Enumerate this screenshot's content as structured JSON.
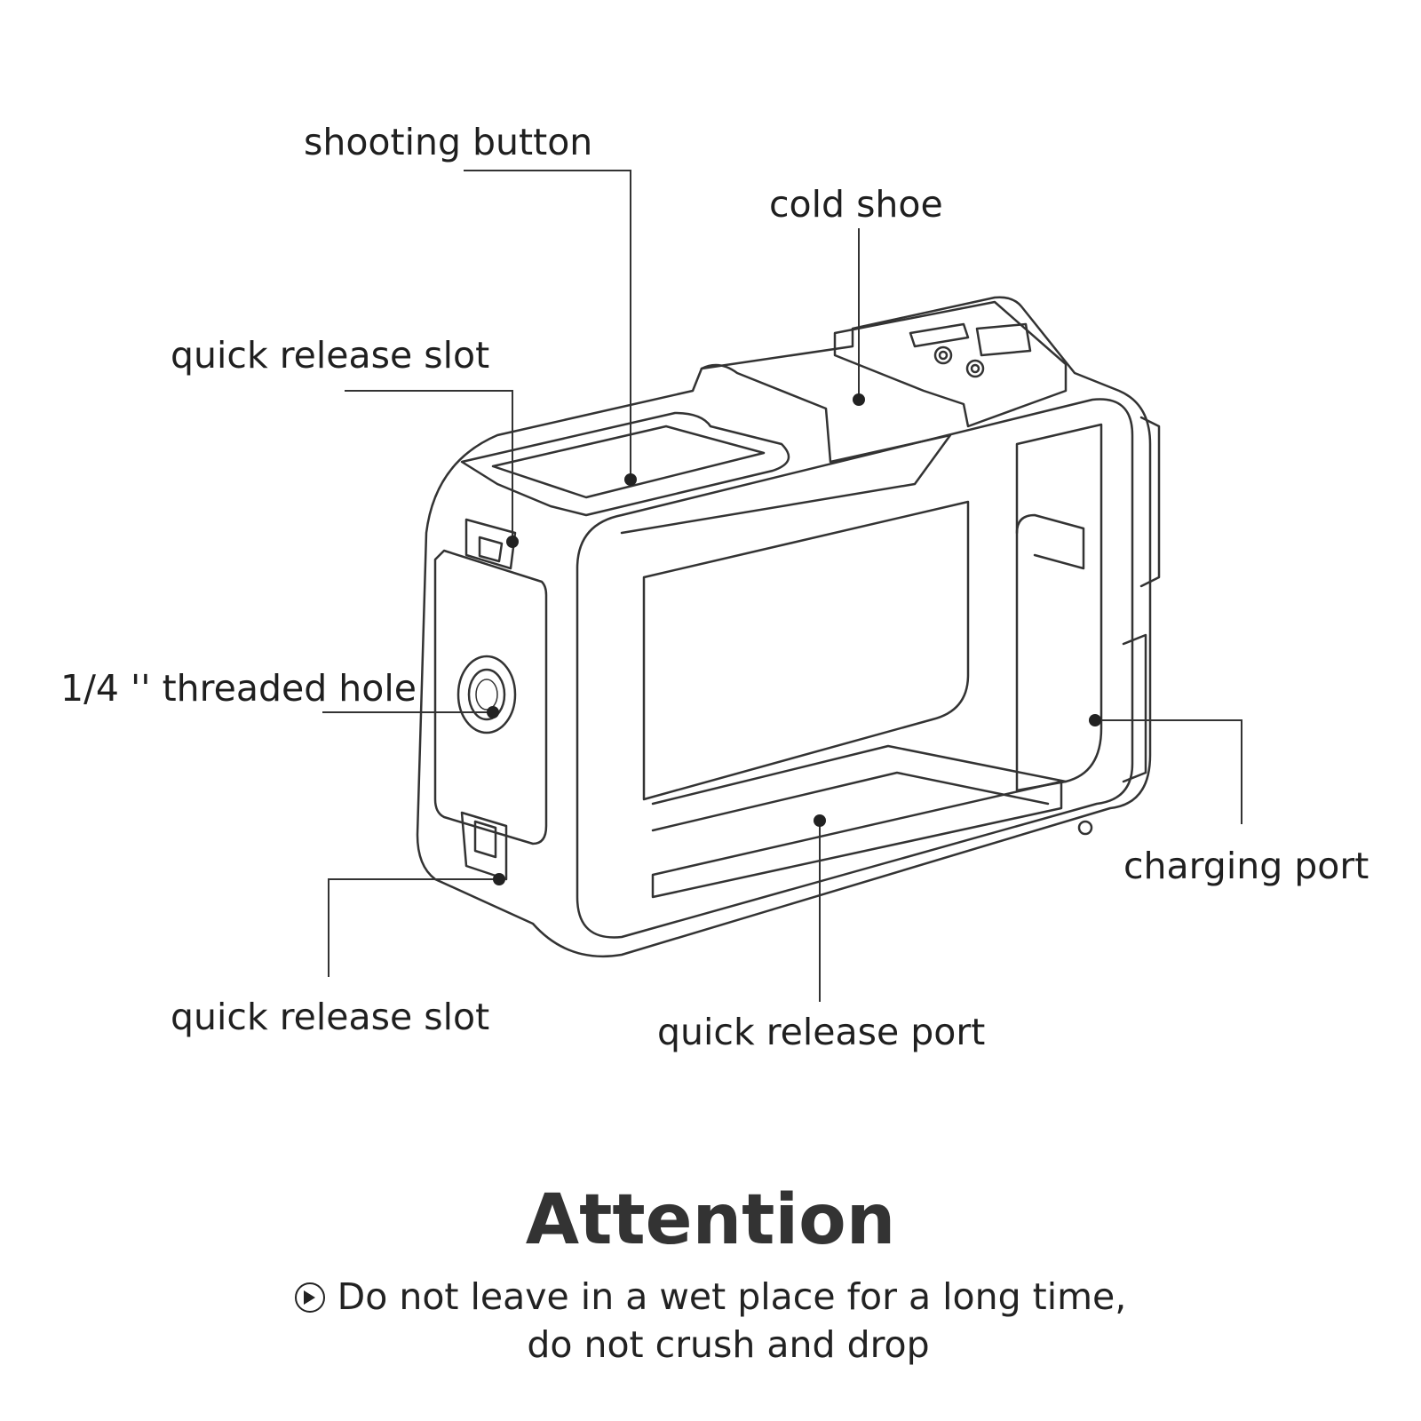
{
  "callouts": {
    "shooting_button": "shooting button",
    "cold_shoe": "cold shoe",
    "quick_release_slot_top": "quick release slot",
    "threaded_hole": "1/4 '' threaded hole",
    "charging_port": "charging port",
    "quick_release_slot_bottom": "quick release slot",
    "quick_release_port": "quick release port"
  },
  "attention": {
    "title": "Attention",
    "line1": "Do not leave in a wet place for a long time,",
    "line2": "do not crush and drop",
    "icon": "circle-chevron-right-icon"
  },
  "colors": {
    "line": "#333333",
    "text": "#222222",
    "background": "#ffffff"
  }
}
